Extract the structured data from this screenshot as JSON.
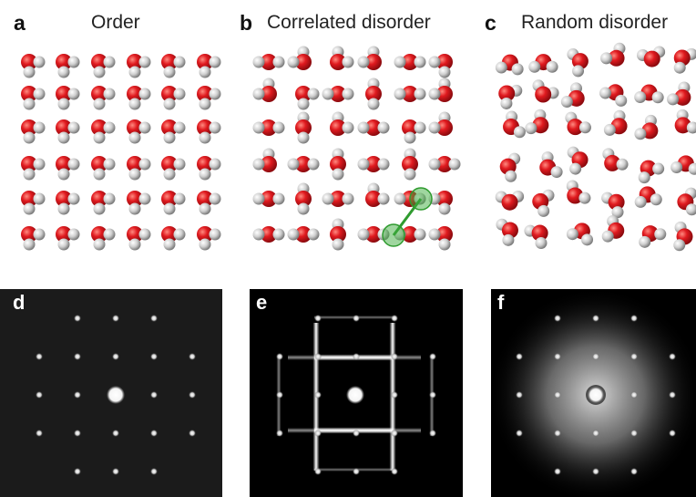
{
  "panels": {
    "a": {
      "letter": "a",
      "title": "Order"
    },
    "b": {
      "letter": "b",
      "title": "Correlated disorder"
    },
    "c": {
      "letter": "c",
      "title": "Random disorder"
    },
    "d": {
      "letter": "d"
    },
    "e": {
      "letter": "e"
    },
    "f": {
      "letter": "f"
    }
  },
  "colors": {
    "oxygen": "#d8141b",
    "hydrogen": "#c9c9c9",
    "highlight": "#3fae3f",
    "pattern_background": "#000000",
    "pattern_background_d": "#1b1b1b"
  }
}
